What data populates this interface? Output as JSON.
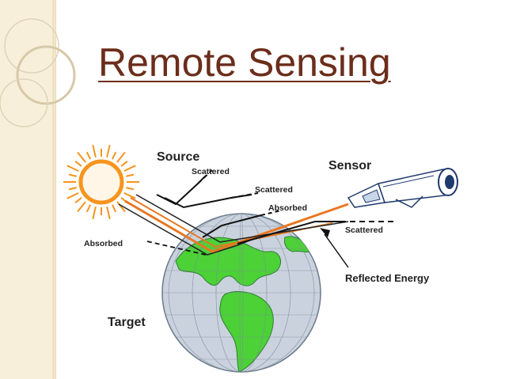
{
  "slide": {
    "title": "Remote Sensing"
  },
  "diagram": {
    "labels": {
      "source": "Source",
      "sensor": "Sensor",
      "target": "Target",
      "scattered_1": "Scattered",
      "scattered_2": "Scattered",
      "scattered_3": "Scattered",
      "absorbed_1": "Absorbed",
      "absorbed_2": "Absorbed",
      "reflected_energy": "Reflected Energy"
    },
    "colors": {
      "sun": "#f7941d",
      "incident_ray": "#e87722",
      "ocean": "#c9d2dd",
      "land": "#4cd137",
      "title": "#6b2d1b",
      "slide_edge": "#f7efd9"
    }
  }
}
